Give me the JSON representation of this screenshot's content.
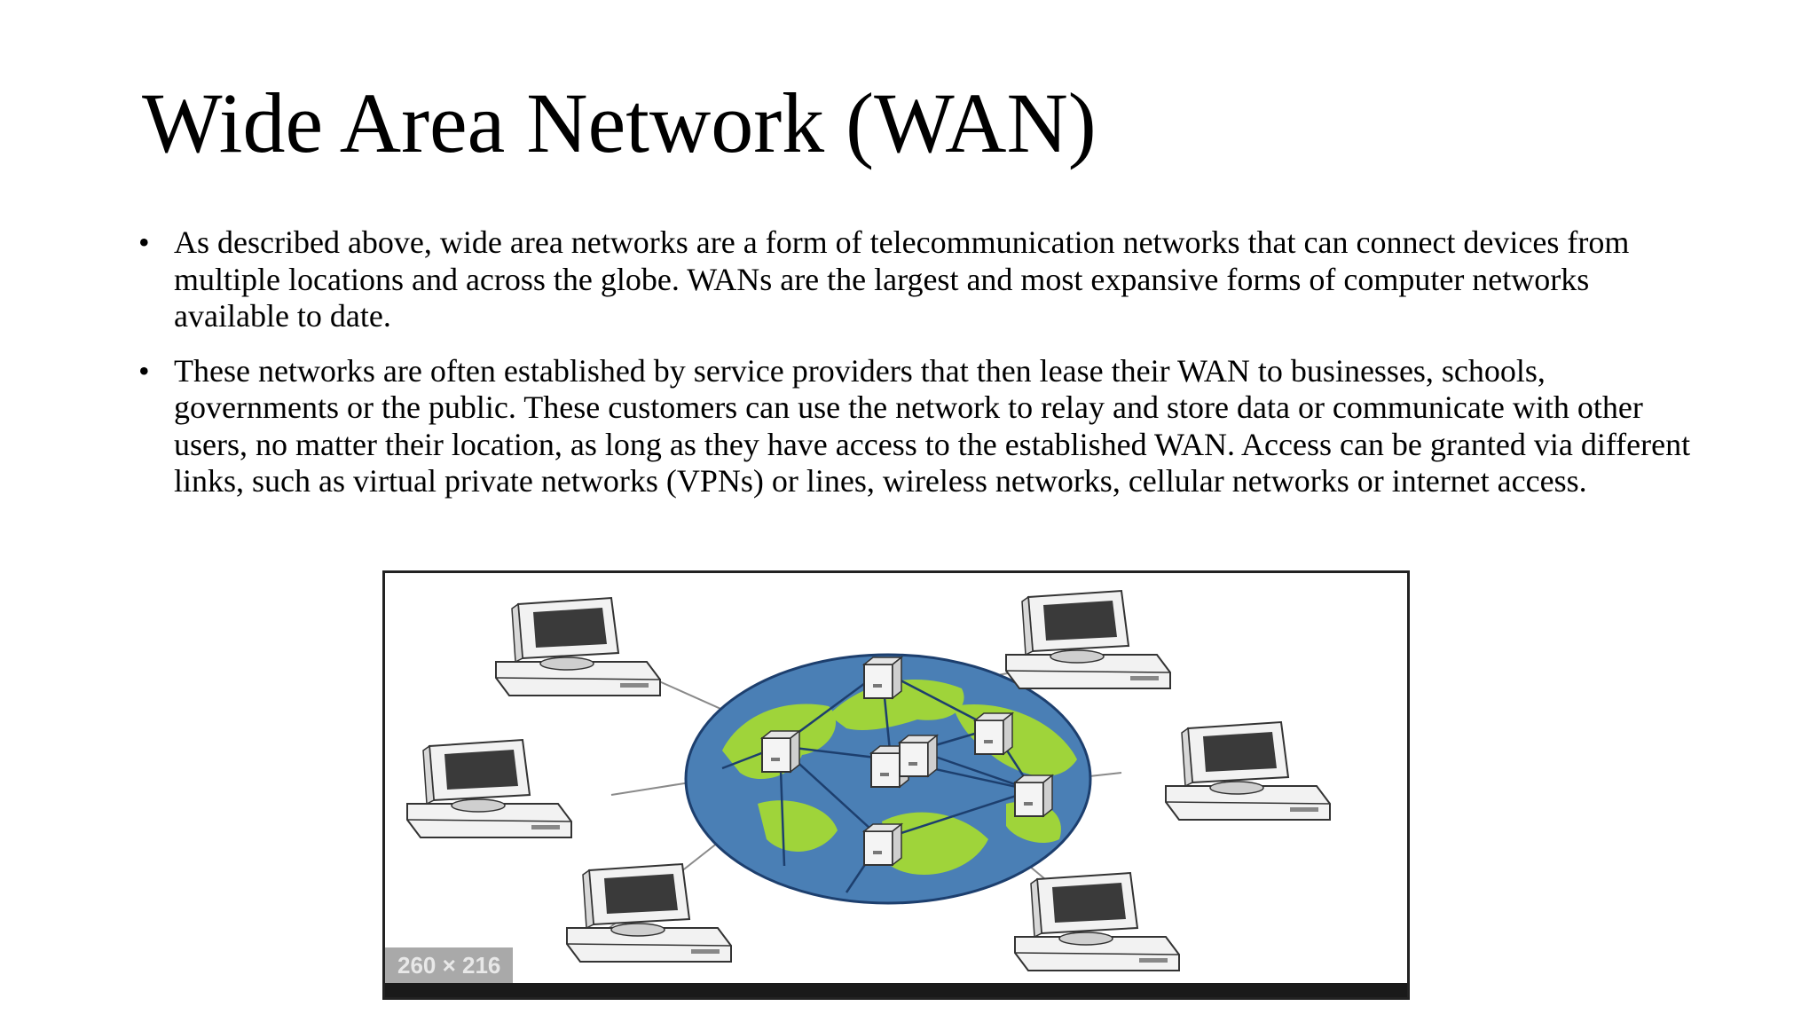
{
  "slide": {
    "title": "Wide Area Network (WAN)",
    "bullet_glyph": "•",
    "bullets": [
      {
        "text": "As described above, wide area networks are a form of telecommunication networks that can connect devices from multiple locations and across the globe. WANs are the largest and most expansive forms of computer networks available to date."
      },
      {
        "text": "These networks are often established by service providers that then lease their WAN to businesses, schools, governments or the public. These customers can use the network to relay and store data or communicate with other users, no matter their location, as long as they have access to the established WAN. Access can be granted via different links, such as virtual private networks (VPNs) or lines, wireless networks, cellular networks or internet access."
      }
    ]
  },
  "figure": {
    "size_badge": "260 × 216",
    "colors": {
      "ocean": "#4a7fb5",
      "land": "#9fd43a",
      "monitor_screen": "#3a3a3a",
      "device_fill": "#f2f2f2",
      "link": "#1d3f6e"
    },
    "icons": [
      "globe-icon",
      "server-icon",
      "computer-icon"
    ]
  }
}
